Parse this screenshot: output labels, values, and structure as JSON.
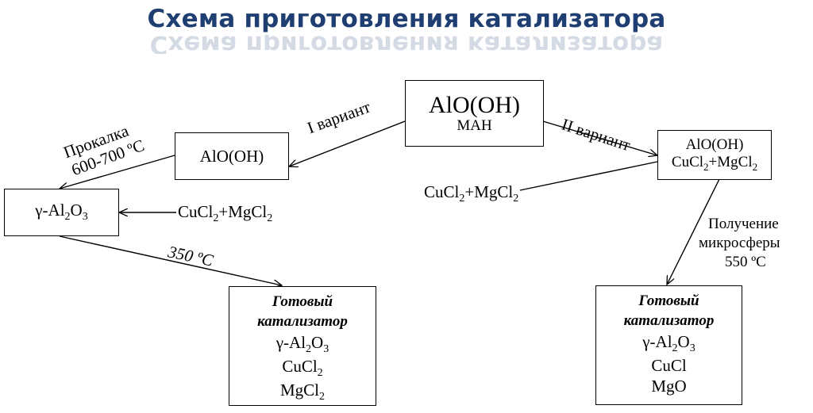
{
  "title": "Схема приготовления катализатора",
  "start": {
    "formula": "AlO(OH)",
    "name": "МАН"
  },
  "variant1": {
    "label": "I вариант",
    "intermediate": "AlO(OH)",
    "calcination": "Прокалка",
    "calcination_temp": "600-700 ºC",
    "gamma": {
      "prefix": "γ-Al",
      "s1": "2",
      "mid": "O",
      "s2": "3"
    },
    "additive": {
      "a": "CuCl",
      "s1": "2",
      "b": "+MgCl",
      "s2": "2"
    },
    "temp": "350 ºC",
    "product": {
      "header1": "Готовый",
      "header2": "катализатор",
      "lines": [
        {
          "t1": "γ-Al",
          "s1": "2",
          "t2": "O",
          "s2": "3"
        },
        {
          "t1": "CuCl",
          "s1": "2"
        },
        {
          "t1": "MgCl",
          "s1": "2"
        }
      ]
    }
  },
  "variant2": {
    "label": "II вариант",
    "intermediate_l1": "AlO(OH)",
    "intermediate_l2": {
      "a": "CuCl",
      "s1": "2",
      "b": "+MgCl",
      "s2": "2"
    },
    "additive": {
      "a": "CuCl",
      "s1": "2",
      "b": "+MgCl",
      "s2": "2"
    },
    "step_l1": "Получение",
    "step_l2": "микросферы",
    "step_l3": "550 ºC",
    "product": {
      "header1": "Готовый",
      "header2": "катализатор",
      "lines": [
        {
          "t1": "γ-Al",
          "s1": "2",
          "t2": "O",
          "s2": "3"
        },
        {
          "t1": "CuCl"
        },
        {
          "t1": "MgO"
        }
      ]
    }
  }
}
